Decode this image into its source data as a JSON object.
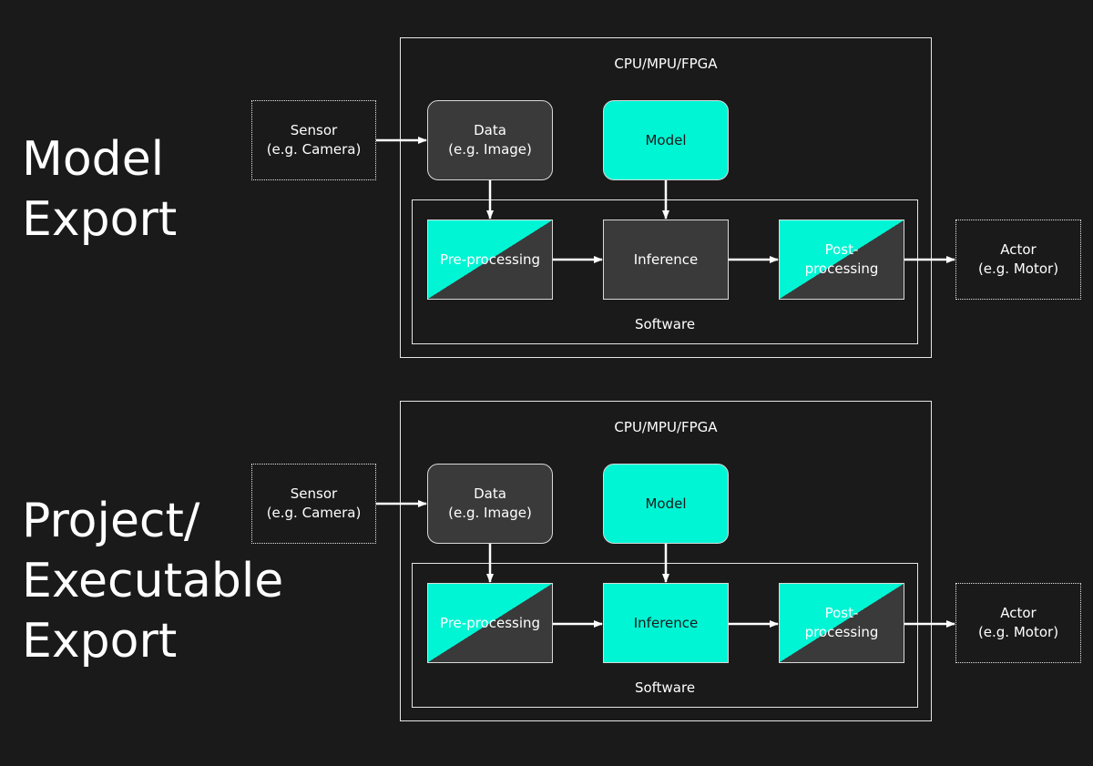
{
  "colors": {
    "background": "#1a1a1a",
    "accent": "#00f5d4",
    "box_dark": "#3a3a3a",
    "line": "#e6e6e6"
  },
  "sections": [
    {
      "title_lines": [
        "Model",
        "Export"
      ],
      "hardware_label": "CPU/MPU/FPGA",
      "software_label": "Software",
      "sensor": [
        "Sensor",
        "(e.g. Camera)"
      ],
      "data": [
        "Data",
        "(e.g. Image)"
      ],
      "model": [
        "Model"
      ],
      "preprocessing": [
        "Pre-processing"
      ],
      "inference": [
        "Inference"
      ],
      "postprocessing": [
        "Post-",
        "processing"
      ],
      "actor": [
        "Actor",
        "(e.g. Motor)"
      ],
      "inference_highlighted": false
    },
    {
      "title_lines": [
        "Project/",
        "Executable",
        "Export"
      ],
      "hardware_label": "CPU/MPU/FPGA",
      "software_label": "Software",
      "sensor": [
        "Sensor",
        "(e.g. Camera)"
      ],
      "data": [
        "Data",
        "(e.g. Image)"
      ],
      "model": [
        "Model"
      ],
      "preprocessing": [
        "Pre-processing"
      ],
      "inference": [
        "Inference"
      ],
      "postprocessing": [
        "Post-",
        "processing"
      ],
      "actor": [
        "Actor",
        "(e.g. Motor)"
      ],
      "inference_highlighted": true
    }
  ]
}
